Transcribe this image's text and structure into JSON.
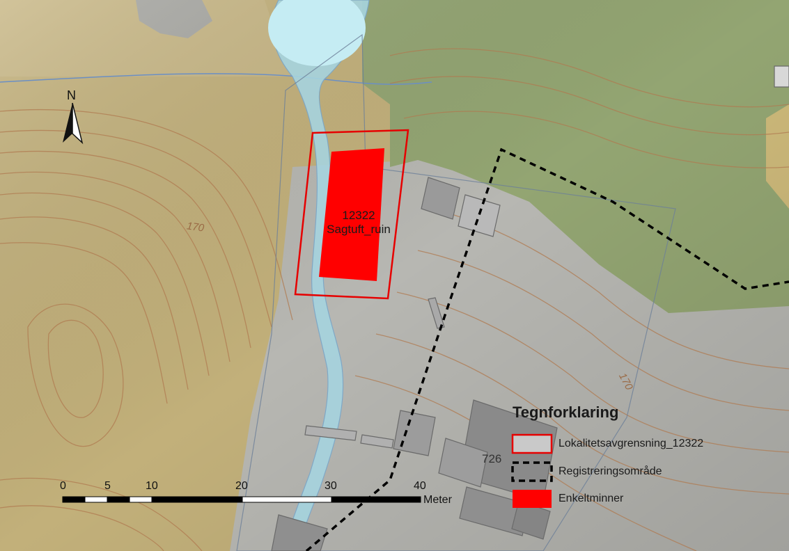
{
  "map": {
    "site_label_id": "12322",
    "site_label_name": "Sagtuft_ruin",
    "contour_labels": [
      "170",
      "170"
    ],
    "building_label": "726",
    "north_label": "N",
    "north_icon": "north-arrow-icon"
  },
  "legend": {
    "title": "Tegnforklaring",
    "items": [
      {
        "label": "Lokalitetsavgrensning_12322",
        "symbol": "red-outline-polygon"
      },
      {
        "label": "Registreringsområde",
        "symbol": "black-dashed-polygon"
      },
      {
        "label": "Enkeltminner",
        "symbol": "red-filled-polygon"
      }
    ]
  },
  "scale_bar": {
    "ticks": [
      "0",
      "5",
      "10",
      "20",
      "30",
      "40"
    ],
    "unit": "Meter"
  },
  "colors": {
    "site_boundary": "#e60000",
    "monument_fill": "#ff0000",
    "registration_line": "#000000",
    "contour": "#b07a50",
    "vegetation_green": "#8fa46f",
    "terrain_tan": "#c7b47f",
    "built_area_gray": "#b5b5b5",
    "water": "#a9d9e6"
  }
}
